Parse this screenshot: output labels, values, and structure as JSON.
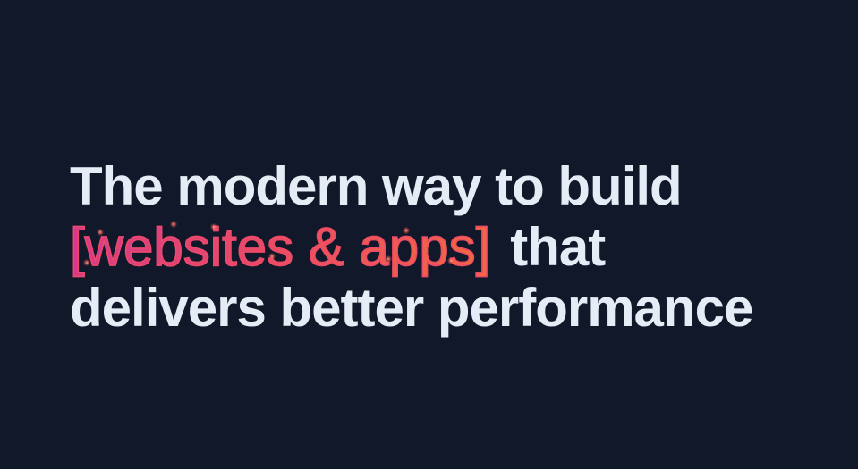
{
  "hero": {
    "line1": "The modern way to build",
    "highlight": "[websites & apps]",
    "line2_rest": "that",
    "line3": "delivers better performance"
  },
  "colors": {
    "background": "#101829",
    "text": "#e6ecf6",
    "highlight_start": "#d63a8c",
    "highlight_end": "#f26a3c"
  }
}
